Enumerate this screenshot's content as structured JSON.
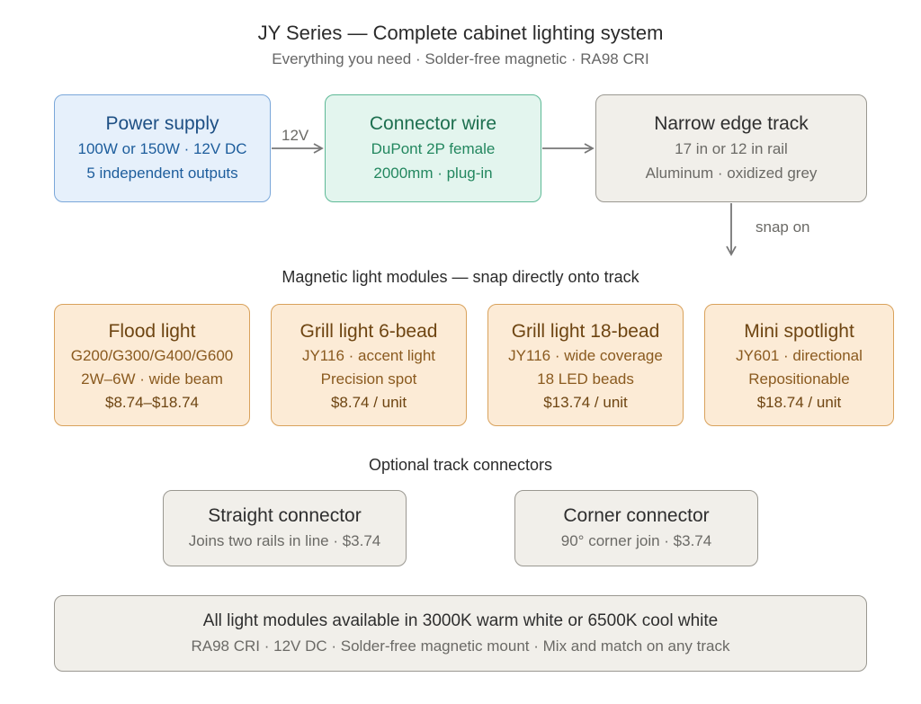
{
  "header": {
    "title": "JY Series — Complete cabinet lighting system",
    "subtitle": "Everything you need · Solder-free magnetic · RA98 CRI"
  },
  "flow": {
    "power": {
      "title": "Power supply",
      "line1": "100W or 150W · 12V DC",
      "line2": "5 independent outputs"
    },
    "edge_power_connector": "12V",
    "connector": {
      "title": "Connector wire",
      "line1": "DuPont 2P female",
      "line2": "2000mm · plug-in"
    },
    "track": {
      "title": "Narrow edge track",
      "line1": "17 in or 12 in rail",
      "line2": "Aluminum · oxidized grey"
    },
    "edge_track_modules": "snap on"
  },
  "modules": {
    "heading": "Magnetic light modules — snap directly onto track",
    "items": [
      {
        "title": "Flood light",
        "line1": "G200/G300/G400/G600",
        "line2": "2W–6W · wide beam",
        "price": "$8.74–$18.74"
      },
      {
        "title": "Grill light 6-bead",
        "line1": "JY116 · accent light",
        "line2": "Precision spot",
        "price": "$8.74 / unit"
      },
      {
        "title": "Grill light 18-bead",
        "line1": "JY116 · wide coverage",
        "line2": "18 LED beads",
        "price": "$13.74 / unit"
      },
      {
        "title": "Mini spotlight",
        "line1": "JY601 · directional",
        "line2": "Repositionable",
        "price": "$18.74 / unit"
      }
    ]
  },
  "connectors": {
    "heading": "Optional track connectors",
    "straight": {
      "title": "Straight connector",
      "line1": "Joins two rails in line · $3.74"
    },
    "corner": {
      "title": "Corner connector",
      "line1": "90° corner join · $3.74"
    }
  },
  "footer": {
    "title": "All light modules available in 3000K warm white or 6500K cool white",
    "line1": "RA98 CRI · 12V DC · Solder-free magnetic mount · Mix and match on any track"
  },
  "colors": {
    "power_fill": "#e6f0fb",
    "connector_fill": "#e3f5ee",
    "track_fill": "#f1efea",
    "module_fill": "#fcebd6",
    "arrow": "#777777"
  }
}
